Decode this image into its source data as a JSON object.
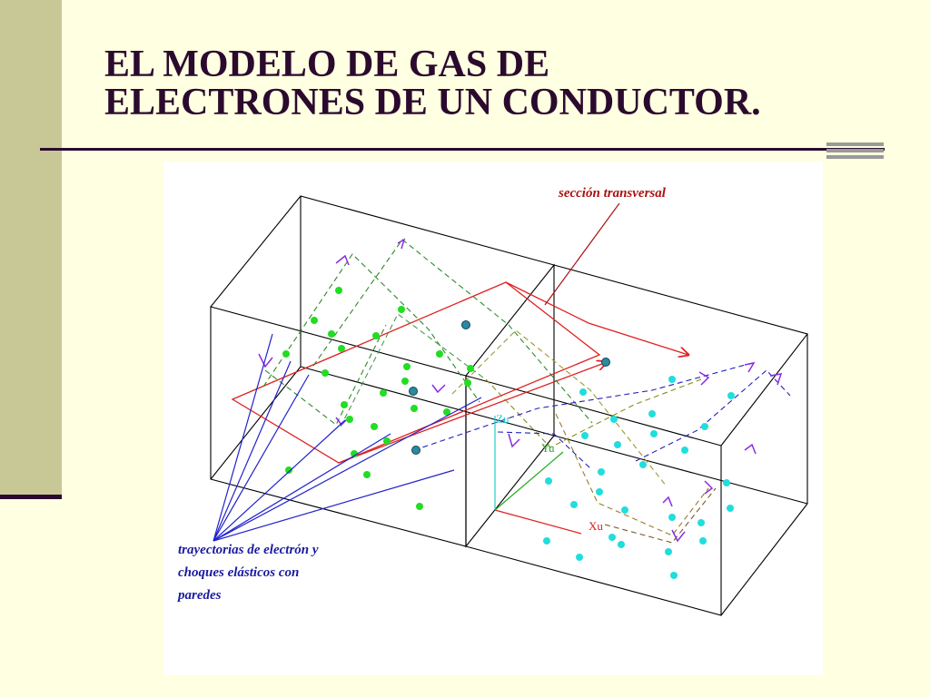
{
  "slide": {
    "title_line1": "EL MODELO DE GAS DE",
    "title_line2": "ELECTRONES DE UN CONDUCTOR."
  },
  "diagram": {
    "section_label": "sección transversal",
    "trajectory_label_line1": "trayectorias de electrón y",
    "trajectory_label_line2": "choques elásticos con",
    "trajectory_label_line3": "paredes",
    "axis_x_label": "Xu",
    "axis_y_label": "Yu",
    "axis_z_label": "Zu",
    "colors": {
      "box_edges": "#000000",
      "section_plane": "#e02020",
      "left_electrons": "#22dd22",
      "right_electrons": "#22dddd",
      "trajectory_leaders": "#2222cc",
      "section_label": "#aa1111",
      "trajectory_label": "#1a1aa0"
    }
  }
}
